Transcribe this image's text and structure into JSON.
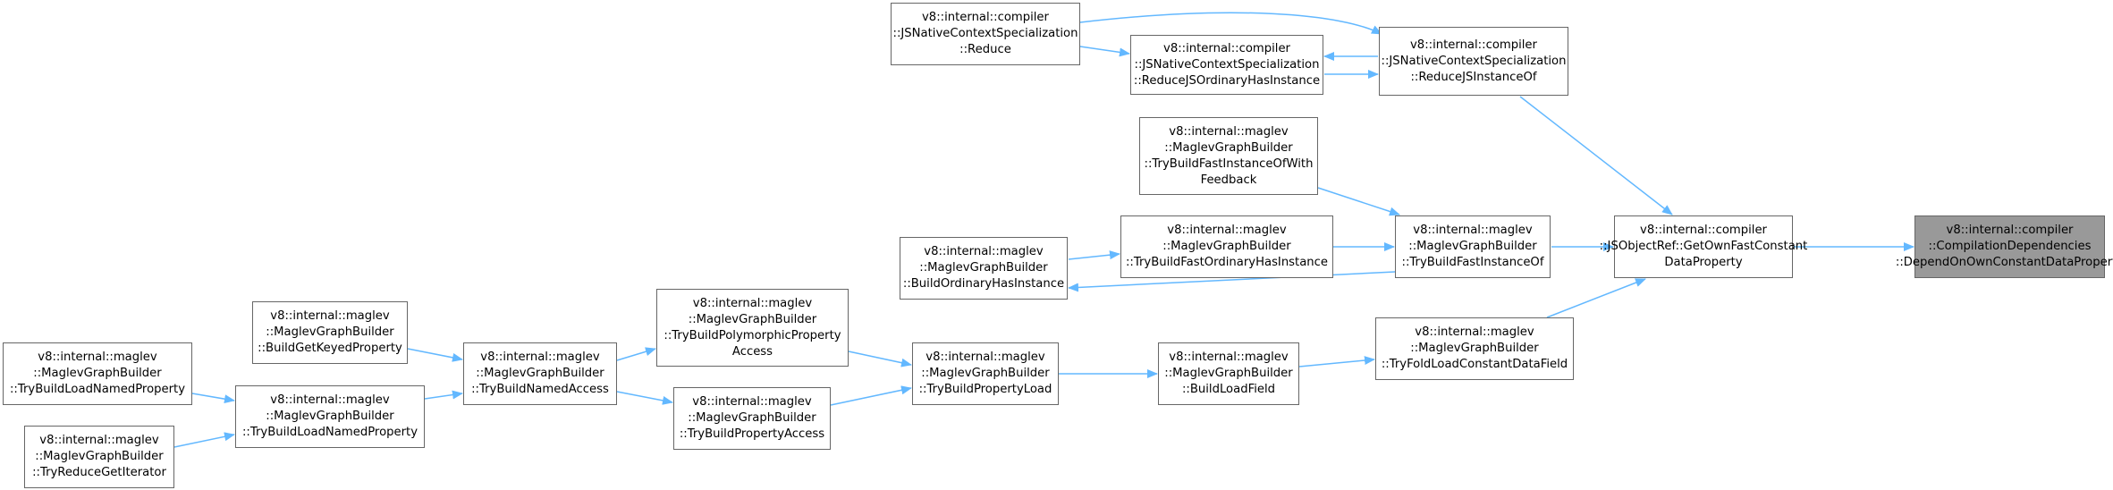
{
  "graph": {
    "colors": {
      "edge": "#63b8ff",
      "node_border": "#666666",
      "node_fill": "#ffffff",
      "current_fill": "#999999"
    },
    "nodes": [
      {
        "id": "n1",
        "lines": [
          "v8::internal::compiler",
          "::CompilationDependencies",
          "::DependOnOwnConstantDataProperty"
        ],
        "current": true
      },
      {
        "id": "n2",
        "lines": [
          "v8::internal::compiler",
          "::JSObjectRef::GetOwnFastConstant",
          "DataProperty"
        ]
      },
      {
        "id": "n3",
        "lines": [
          "v8::internal::compiler",
          "::JSNativeContextSpecialization",
          "::ReduceJSInstanceOf"
        ]
      },
      {
        "id": "n4",
        "lines": [
          "v8::internal::maglev",
          "::MaglevGraphBuilder",
          "::TryBuildFastInstanceOf"
        ]
      },
      {
        "id": "n5",
        "lines": [
          "v8::internal::maglev",
          "::MaglevGraphBuilder",
          "::TryFoldLoadConstantDataField"
        ]
      },
      {
        "id": "n6",
        "lines": [
          "v8::internal::compiler",
          "::JSNativeContextSpecialization",
          "::Reduce"
        ]
      },
      {
        "id": "n7",
        "lines": [
          "v8::internal::compiler",
          "::JSNativeContextSpecialization",
          "::ReduceJSOrdinaryHasInstance"
        ]
      },
      {
        "id": "n8",
        "lines": [
          "v8::internal::maglev",
          "::MaglevGraphBuilder",
          "::TryBuildFastInstanceOfWith",
          "Feedback"
        ]
      },
      {
        "id": "n9",
        "lines": [
          "v8::internal::maglev",
          "::MaglevGraphBuilder",
          "::TryBuildFastOrdinaryHasInstance"
        ]
      },
      {
        "id": "n10",
        "lines": [
          "v8::internal::maglev",
          "::MaglevGraphBuilder",
          "::BuildOrdinaryHasInstance"
        ]
      },
      {
        "id": "n11",
        "lines": [
          "v8::internal::maglev",
          "::MaglevGraphBuilder",
          "::BuildLoadField"
        ]
      },
      {
        "id": "n12",
        "lines": [
          "v8::internal::maglev",
          "::MaglevGraphBuilder",
          "::TryBuildPropertyLoad"
        ]
      },
      {
        "id": "n13",
        "lines": [
          "v8::internal::maglev",
          "::MaglevGraphBuilder",
          "::TryBuildPolymorphicProperty",
          "Access"
        ]
      },
      {
        "id": "n14",
        "lines": [
          "v8::internal::maglev",
          "::MaglevGraphBuilder",
          "::TryBuildPropertyAccess"
        ]
      },
      {
        "id": "n15",
        "lines": [
          "v8::internal::maglev",
          "::MaglevGraphBuilder",
          "::TryBuildNamedAccess"
        ]
      },
      {
        "id": "n16",
        "lines": [
          "v8::internal::maglev",
          "::MaglevGraphBuilder",
          "::BuildGetKeyedProperty"
        ]
      },
      {
        "id": "n17",
        "lines": [
          "v8::internal::maglev",
          "::MaglevGraphBuilder",
          "::TryBuildLoadNamedProperty"
        ]
      },
      {
        "id": "n18",
        "lines": [
          "v8::internal::maglev",
          "::MaglevGraphBuilder",
          "::TryBuildLoadNamedProperty"
        ]
      },
      {
        "id": "n19",
        "lines": [
          "v8::internal::maglev",
          "::MaglevGraphBuilder",
          "::TryReduceGetIterator"
        ]
      }
    ],
    "edges": [
      {
        "from": "n2",
        "to": "n1"
      },
      {
        "from": "n3",
        "to": "n2"
      },
      {
        "from": "n4",
        "to": "n2"
      },
      {
        "from": "n5",
        "to": "n2"
      },
      {
        "from": "n6",
        "to": "n3"
      },
      {
        "from": "n7",
        "to": "n3"
      },
      {
        "from": "n3",
        "to": "n7"
      },
      {
        "from": "n6",
        "to": "n7"
      },
      {
        "from": "n8",
        "to": "n4"
      },
      {
        "from": "n9",
        "to": "n4"
      },
      {
        "from": "n4",
        "to": "n10"
      },
      {
        "from": "n10",
        "to": "n9"
      },
      {
        "from": "n11",
        "to": "n5"
      },
      {
        "from": "n12",
        "to": "n11"
      },
      {
        "from": "n13",
        "to": "n12"
      },
      {
        "from": "n14",
        "to": "n12"
      },
      {
        "from": "n15",
        "to": "n13"
      },
      {
        "from": "n15",
        "to": "n14"
      },
      {
        "from": "n16",
        "to": "n15"
      },
      {
        "from": "n17",
        "to": "n15"
      },
      {
        "from": "n18",
        "to": "n17"
      },
      {
        "from": "n19",
        "to": "n17"
      }
    ]
  }
}
